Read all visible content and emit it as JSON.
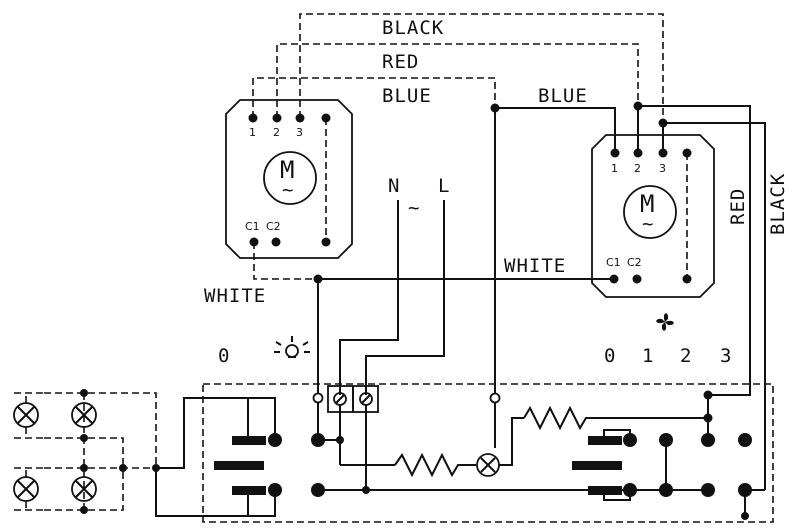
{
  "wire_labels": {
    "black_top": "BLACK",
    "red_top": "RED",
    "blue_top": "BLUE",
    "blue_right": "BLUE",
    "red_right": "RED",
    "black_right": "BLACK",
    "white_left": "WHITE",
    "white_right": "WHITE"
  },
  "supply": {
    "neutral": "N",
    "live": "L",
    "ac_symbol": "~"
  },
  "motor_left": {
    "symbol": "M",
    "ac": "~",
    "pins": [
      "1",
      "2",
      "3"
    ],
    "caps": [
      "C1",
      "C2"
    ]
  },
  "motor_right": {
    "symbol": "M",
    "ac": "~",
    "pins": [
      "1",
      "2",
      "3"
    ],
    "caps": [
      "C1",
      "C2"
    ]
  },
  "light_switch": {
    "position_off": "0",
    "icon": "lamp-icon"
  },
  "fan_switch": {
    "positions": [
      "0",
      "1",
      "2",
      "3"
    ],
    "icon": "fan-icon"
  }
}
